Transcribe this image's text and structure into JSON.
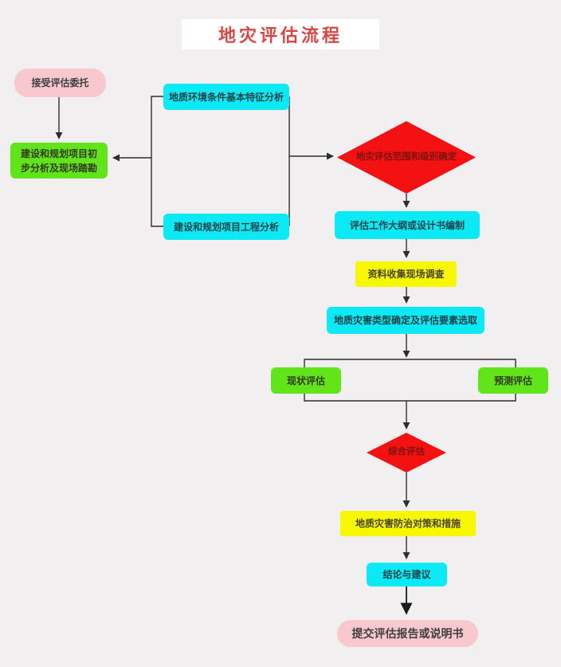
{
  "title": {
    "text": "地灾评估流程"
  },
  "colors": {
    "bg": "#f1eff0",
    "titlered": "#d34747",
    "pink": "#f8c8ce",
    "green": "#62e41a",
    "cyan": "#0be9f5",
    "yellow": "#f7f700",
    "red": "#f31111",
    "line": "#2e2e2e"
  },
  "nodes": {
    "accept": {
      "label": "接受评估委托"
    },
    "preliminary": {
      "label": "建设和规划项目初步分析及现场踏勘"
    },
    "geo_env": {
      "label": "地质环境条件基本特征分析"
    },
    "project": {
      "label": "建设和规划项目工程分析"
    },
    "level": {
      "label": "地灾评估范围和级别确定"
    },
    "outline": {
      "label": "评估工作大纲或设计书编制"
    },
    "collect": {
      "label": "资料收集现场调查"
    },
    "type_select": {
      "label": "地质灾害类型确定及评估要素选取"
    },
    "current_eval": {
      "label": "现状评估"
    },
    "predict_eval": {
      "label": "预测评估"
    },
    "comprehensive": {
      "label": "综合评估"
    },
    "measures": {
      "label": "地质灾害防治对策和措施"
    },
    "conclusion": {
      "label": "结论与建议"
    },
    "submit": {
      "label": "提交评估报告或说明书"
    }
  }
}
